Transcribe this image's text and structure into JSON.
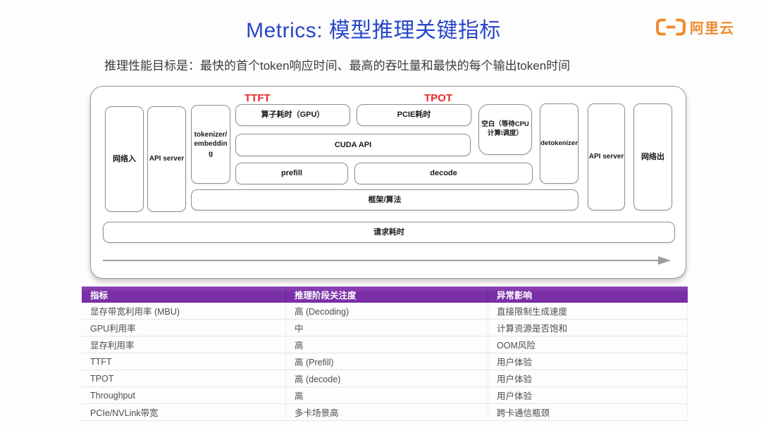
{
  "slide": {
    "title": "Metrics: 模型推理关键指标",
    "subtitle": "推理性能目标是：最快的首个token响应时间、最高的吞吐量和最快的每个输出token时间"
  },
  "logo": {
    "text": "阿里云"
  },
  "colors": {
    "title_blue": "#2847c8",
    "label_red": "#e8262b",
    "table_header_purple": "#7a2fa6",
    "brand_orange": "#f08a2d"
  },
  "diagram": {
    "ttft_label": "TTFT",
    "tpot_label": "TPOT",
    "boxes": {
      "network_in": "网络入",
      "api_server_in": "API server",
      "tokenizer": "tokenizer/embedding",
      "gpu_op": "算子耗时（GPU）",
      "pcie": "PCIE耗时",
      "idle": "空白（等待CPU计算\\调度）",
      "detokenizer": "detokenizer",
      "api_server_out": "API server",
      "network_out": "网络出",
      "cuda_api": "CUDA API",
      "prefill": "prefill",
      "decode": "decode",
      "framework": "框架/算法",
      "request_time": "请求耗时"
    }
  },
  "table": {
    "headers": [
      "指标",
      "推理阶段关注度",
      "异常影响"
    ],
    "rows": [
      [
        "显存带宽利用率 (MBU)",
        "高 (Decoding)",
        "直接限制生成速度"
      ],
      [
        "GPU利用率",
        "中",
        "计算资源是否饱和"
      ],
      [
        "显存利用率",
        "高",
        "OOM风险"
      ],
      [
        "TTFT",
        "高 (Prefill)",
        "用户体验"
      ],
      [
        "TPOT",
        "高 (decode)",
        "用户体验"
      ],
      [
        "Throughput",
        "高",
        "用户体验"
      ],
      [
        "PCIe/NVLink带宽",
        "多卡场景高",
        "跨卡通信瓶颈"
      ]
    ]
  }
}
